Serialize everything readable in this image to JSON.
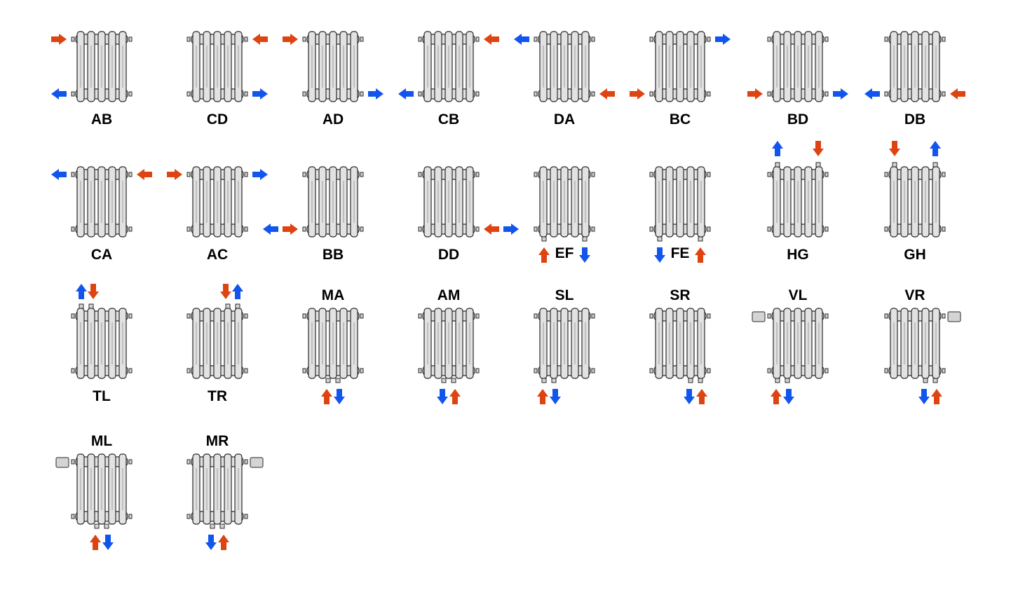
{
  "colors": {
    "supply": "#dd4411",
    "return": "#1155ee",
    "radiator_fill": "#e2e2e2",
    "radiator_stroke": "#2a2a2a",
    "valve_fill": "#d4d4d4"
  },
  "items": [
    {
      "code": "AB",
      "row": 0,
      "col": 0,
      "kind": "std",
      "label_pos": "below",
      "arrows": [
        {
          "at": "tl",
          "dir": "in",
          "color": "supply"
        },
        {
          "at": "bl",
          "dir": "out",
          "color": "return"
        }
      ]
    },
    {
      "code": "CD",
      "row": 0,
      "col": 1,
      "kind": "std",
      "label_pos": "below",
      "arrows": [
        {
          "at": "tr",
          "dir": "in",
          "color": "supply"
        },
        {
          "at": "br",
          "dir": "out",
          "color": "return"
        }
      ]
    },
    {
      "code": "AD",
      "row": 0,
      "col": 2,
      "kind": "std",
      "label_pos": "below",
      "arrows": [
        {
          "at": "tl",
          "dir": "in",
          "color": "supply"
        },
        {
          "at": "br",
          "dir": "out",
          "color": "return"
        }
      ]
    },
    {
      "code": "CB",
      "row": 0,
      "col": 3,
      "kind": "std",
      "label_pos": "below",
      "arrows": [
        {
          "at": "tr",
          "dir": "in",
          "color": "supply"
        },
        {
          "at": "bl",
          "dir": "out",
          "color": "return"
        }
      ]
    },
    {
      "code": "DA",
      "row": 0,
      "col": 4,
      "kind": "std",
      "label_pos": "below",
      "arrows": [
        {
          "at": "tl",
          "dir": "out",
          "color": "return"
        },
        {
          "at": "br",
          "dir": "in",
          "color": "supply"
        }
      ]
    },
    {
      "code": "BC",
      "row": 0,
      "col": 5,
      "kind": "std",
      "label_pos": "below",
      "arrows": [
        {
          "at": "tr",
          "dir": "out",
          "color": "return"
        },
        {
          "at": "bl",
          "dir": "in",
          "color": "supply"
        }
      ]
    },
    {
      "code": "BD",
      "row": 0,
      "col": 6,
      "kind": "std",
      "label_pos": "below",
      "arrows": [
        {
          "at": "bl",
          "dir": "in",
          "color": "supply"
        },
        {
          "at": "br",
          "dir": "out",
          "color": "return"
        }
      ]
    },
    {
      "code": "DB",
      "row": 0,
      "col": 7,
      "kind": "std",
      "label_pos": "below",
      "arrows": [
        {
          "at": "bl",
          "dir": "out",
          "color": "return"
        },
        {
          "at": "br",
          "dir": "in",
          "color": "supply"
        }
      ]
    },
    {
      "code": "CA",
      "row": 1,
      "col": 0,
      "kind": "std",
      "label_pos": "below",
      "arrows": [
        {
          "at": "tl",
          "dir": "out",
          "color": "return"
        },
        {
          "at": "tr",
          "dir": "in",
          "color": "supply"
        }
      ]
    },
    {
      "code": "AC",
      "row": 1,
      "col": 1,
      "kind": "std",
      "label_pos": "below",
      "arrows": [
        {
          "at": "tl",
          "dir": "in",
          "color": "supply"
        },
        {
          "at": "tr",
          "dir": "out",
          "color": "return"
        }
      ]
    },
    {
      "code": "BB",
      "row": 1,
      "col": 2,
      "kind": "std",
      "label_pos": "below",
      "arrows": [
        {
          "at": "bl-pair",
          "dir": "pair",
          "color": "supply"
        }
      ]
    },
    {
      "code": "DD",
      "row": 1,
      "col": 3,
      "kind": "std",
      "label_pos": "below",
      "arrows": [
        {
          "at": "br-pair",
          "dir": "pair",
          "color": "supply"
        }
      ]
    },
    {
      "code": "EF",
      "row": 1,
      "col": 4,
      "kind": "bottom",
      "label_pos": "below",
      "arrows": [
        {
          "at": "ubl",
          "dir": "up",
          "color": "supply"
        },
        {
          "at": "ubr",
          "dir": "down",
          "color": "return"
        }
      ]
    },
    {
      "code": "FE",
      "row": 1,
      "col": 5,
      "kind": "bottom",
      "label_pos": "below",
      "arrows": [
        {
          "at": "ubl",
          "dir": "down",
          "color": "return"
        },
        {
          "at": "ubr",
          "dir": "up",
          "color": "supply"
        }
      ]
    },
    {
      "code": "HG",
      "row": 1,
      "col": 6,
      "kind": "top",
      "label_pos": "below",
      "arrows": [
        {
          "at": "utl",
          "dir": "up",
          "color": "return"
        },
        {
          "at": "utr",
          "dir": "down",
          "color": "supply"
        }
      ]
    },
    {
      "code": "GH",
      "row": 1,
      "col": 7,
      "kind": "top",
      "label_pos": "below",
      "arrows": [
        {
          "at": "utl",
          "dir": "down",
          "color": "supply"
        },
        {
          "at": "utr",
          "dir": "up",
          "color": "return"
        }
      ]
    },
    {
      "code": "TL",
      "row": 2,
      "col": 0,
      "kind": "topleft",
      "label_pos": "below",
      "arrows": [
        {
          "at": "ptl",
          "dir": "uppair-rd",
          "color": "supply"
        }
      ]
    },
    {
      "code": "TR",
      "row": 2,
      "col": 1,
      "kind": "topright",
      "label_pos": "below",
      "arrows": [
        {
          "at": "ptr",
          "dir": "uppair-dr",
          "color": "supply"
        }
      ]
    },
    {
      "code": "MA",
      "row": 2,
      "col": 2,
      "kind": "midbottom",
      "label_pos": "above",
      "arrows": [
        {
          "at": "pmb",
          "dir": "pair-ub",
          "color": "supply"
        }
      ]
    },
    {
      "code": "AM",
      "row": 2,
      "col": 3,
      "kind": "midbottom",
      "label_pos": "above",
      "arrows": [
        {
          "at": "pmb",
          "dir": "pair-bu",
          "color": "supply"
        }
      ]
    },
    {
      "code": "SL",
      "row": 2,
      "col": 4,
      "kind": "leftbottom",
      "label_pos": "above",
      "arrows": [
        {
          "at": "plb",
          "dir": "pair-ub",
          "color": "supply"
        }
      ]
    },
    {
      "code": "SR",
      "row": 2,
      "col": 5,
      "kind": "rightbottom",
      "label_pos": "above",
      "arrows": [
        {
          "at": "prb",
          "dir": "pair-bu",
          "color": "supply"
        }
      ]
    },
    {
      "code": "VL",
      "row": 2,
      "col": 6,
      "kind": "valveleft",
      "label_pos": "above",
      "arrows": [
        {
          "at": "plb",
          "dir": "pair-ub",
          "color": "supply"
        }
      ]
    },
    {
      "code": "VR",
      "row": 2,
      "col": 7,
      "kind": "valveright",
      "label_pos": "above",
      "arrows": [
        {
          "at": "prb",
          "dir": "pair-bu",
          "color": "supply"
        }
      ]
    },
    {
      "code": "ML",
      "row": 3,
      "col": 0,
      "kind": "valveleftmid",
      "label_pos": "above",
      "arrows": [
        {
          "at": "pmb",
          "dir": "pair-ub",
          "color": "supply"
        }
      ]
    },
    {
      "code": "MR",
      "row": 3,
      "col": 1,
      "kind": "valverightmid",
      "label_pos": "above",
      "arrows": [
        {
          "at": "pmb",
          "dir": "pair-bu",
          "color": "supply"
        }
      ]
    }
  ]
}
